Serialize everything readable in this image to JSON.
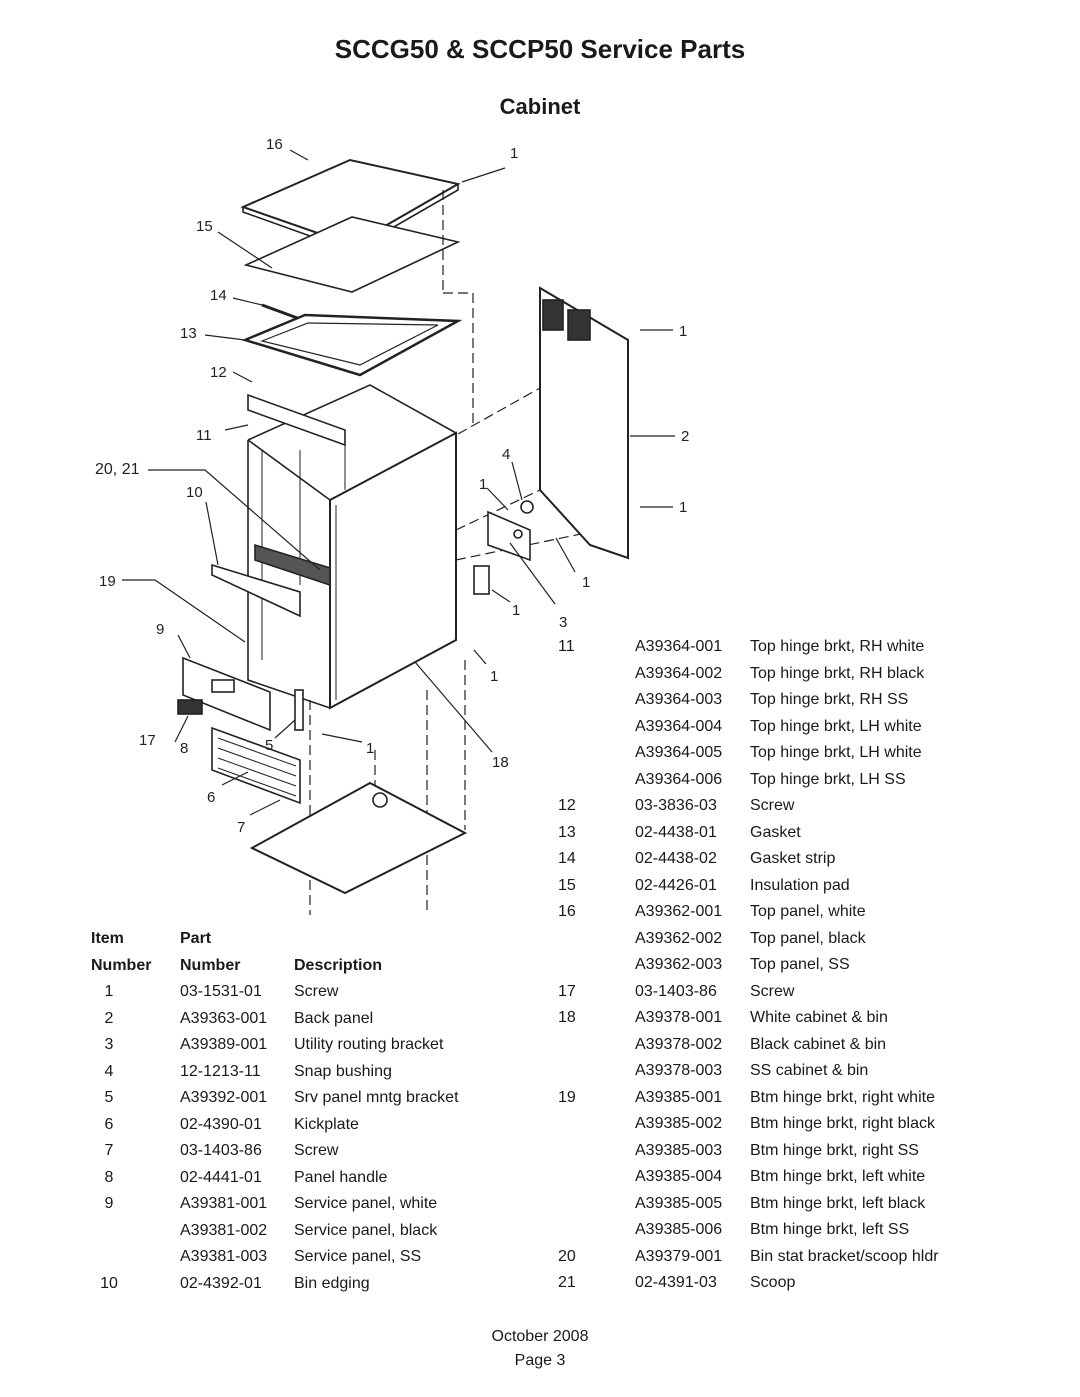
{
  "title": "SCCG50 & SCCP50 Service Parts",
  "subtitle": "Cabinet",
  "callouts": [
    "16",
    "1",
    "15",
    "14",
    "13",
    "12",
    "11",
    "20, 21",
    "10",
    "19",
    "9",
    "17",
    "8",
    "5",
    "6",
    "7",
    "1",
    "2",
    "1",
    "4",
    "1",
    "1",
    "1",
    "3",
    "1",
    "1",
    "18"
  ],
  "table_headers": {
    "item_top": "Item",
    "part_top": "Part",
    "item_bottom": "Number",
    "part_bottom": "Number",
    "description": "Description"
  },
  "left_rows": [
    {
      "item": "1",
      "part": "03-1531-01",
      "desc": "Screw"
    },
    {
      "item": "2",
      "part": "A39363-001",
      "desc": "Back panel"
    },
    {
      "item": "3",
      "part": "A39389-001",
      "desc": "Utility routing bracket"
    },
    {
      "item": "4",
      "part": "12-1213-11",
      "desc": "Snap bushing"
    },
    {
      "item": "5",
      "part": "A39392-001",
      "desc": "Srv panel mntg bracket"
    },
    {
      "item": "6",
      "part": "02-4390-01",
      "desc": "Kickplate"
    },
    {
      "item": "7",
      "part": "03-1403-86",
      "desc": "Screw"
    },
    {
      "item": "8",
      "part": "02-4441-01",
      "desc": "Panel handle"
    },
    {
      "item": "9",
      "part": "A39381-001",
      "desc": "Service panel, white"
    },
    {
      "item": "",
      "part": "A39381-002",
      "desc": "Service panel, black"
    },
    {
      "item": "",
      "part": "A39381-003",
      "desc": "Service panel, SS"
    },
    {
      "item": "10",
      "part": "02-4392-01",
      "desc": "Bin edging"
    }
  ],
  "right_rows": [
    {
      "item": "11",
      "part": "A39364-001",
      "desc": "Top hinge brkt, RH white"
    },
    {
      "item": "",
      "part": "A39364-002",
      "desc": "Top hinge brkt, RH black"
    },
    {
      "item": "",
      "part": "A39364-003",
      "desc": "Top hinge brkt, RH SS"
    },
    {
      "item": "",
      "part": "A39364-004",
      "desc": "Top hinge brkt, LH white"
    },
    {
      "item": "",
      "part": "A39364-005",
      "desc": "Top hinge brkt, LH white"
    },
    {
      "item": "",
      "part": "A39364-006",
      "desc": "Top hinge brkt, LH SS"
    },
    {
      "item": "12",
      "part": "03-3836-03",
      "desc": "Screw"
    },
    {
      "item": "13",
      "part": "02-4438-01",
      "desc": "Gasket"
    },
    {
      "item": "14",
      "part": "02-4438-02",
      "desc": "Gasket strip"
    },
    {
      "item": "15",
      "part": "02-4426-01",
      "desc": "Insulation pad"
    },
    {
      "item": "16",
      "part": "A39362-001",
      "desc": "Top panel, white"
    },
    {
      "item": "",
      "part": "A39362-002",
      "desc": "Top panel, black"
    },
    {
      "item": "",
      "part": "A39362-003",
      "desc": "Top panel, SS"
    },
    {
      "item": "17",
      "part": "03-1403-86",
      "desc": "Screw"
    },
    {
      "item": "18",
      "part": "A39378-001",
      "desc": "White cabinet & bin"
    },
    {
      "item": "",
      "part": "A39378-002",
      "desc": "Black cabinet & bin"
    },
    {
      "item": "",
      "part": "A39378-003",
      "desc": "SS cabinet & bin"
    },
    {
      "item": "19",
      "part": "A39385-001",
      "desc": "Btm hinge brkt, right white"
    },
    {
      "item": "",
      "part": "A39385-002",
      "desc": "Btm hinge brkt, right black"
    },
    {
      "item": "",
      "part": "A39385-003",
      "desc": "Btm hinge brkt, right SS"
    },
    {
      "item": "",
      "part": "A39385-004",
      "desc": "Btm hinge brkt, left white"
    },
    {
      "item": "",
      "part": "A39385-005",
      "desc": "Btm hinge brkt, left black"
    },
    {
      "item": "",
      "part": "A39385-006",
      "desc": "Btm hinge brkt, left SS"
    },
    {
      "item": "20",
      "part": "A39379-001",
      "desc": "Bin stat bracket/scoop hldr"
    },
    {
      "item": "21",
      "part": "02-4391-03",
      "desc": "Scoop"
    }
  ],
  "footer": {
    "date": "October 2008",
    "page": "Page 3"
  }
}
